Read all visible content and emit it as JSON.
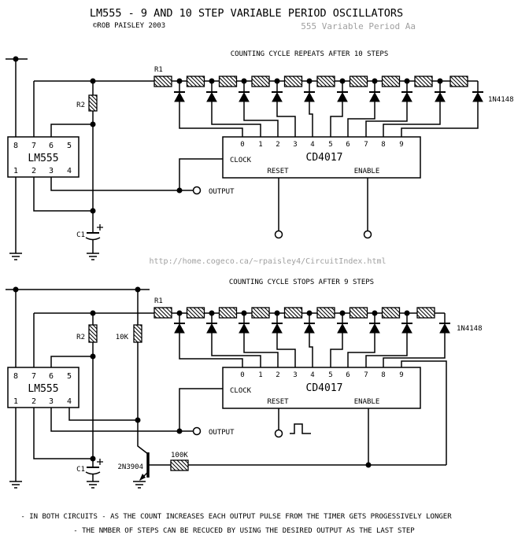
{
  "header": {
    "title": "LM555 - 9 AND 10 STEP VARIABLE PERIOD OSCILLATORS",
    "copyright": "©ROB PAISLEY 2003",
    "variant": "555 Variable Period Aa"
  },
  "watermark": {
    "url": "http://home.cogeco.ca/~rpaisley4/CircuitIndex.html"
  },
  "footnotes": {
    "line1": "- IN BOTH CIRCUITS - AS THE COUNT INCREASES EACH OUTPUT PULSE FROM THE TIMER GETS PROGESSIVELY LONGER",
    "line2": "- THE NMBER OF STEPS CAN BE RECUCED BY USING THE DESIRED OUTPUT AS THE LAST STEP"
  },
  "colors": {
    "ink": "#000000",
    "muted_text": "#a0a0a0",
    "background": "#ffffff"
  },
  "c1": {
    "caption": "COUNTING CYCLE REPEATS AFTER 10 STEPS",
    "timer": {
      "name": "LM555",
      "pins_top": [
        "8",
        "7",
        "6",
        "5"
      ],
      "pins_bottom": [
        "1",
        "2",
        "3",
        "4"
      ]
    },
    "counter": {
      "name": "CD4017",
      "clock": "CLOCK",
      "reset": "RESET",
      "enable": "ENABLE",
      "outputs": [
        "0",
        "1",
        "2",
        "3",
        "4",
        "5",
        "6",
        "7",
        "8",
        "9"
      ]
    },
    "parts": {
      "r1": "R1",
      "r2": "R2",
      "c1": "C1",
      "diode": "1N4148",
      "output": "OUTPUT"
    }
  },
  "c2": {
    "caption": "COUNTING CYCLE STOPS AFTER 9 STEPS",
    "timer": {
      "name": "LM555",
      "pins_top": [
        "8",
        "7",
        "6",
        "5"
      ],
      "pins_bottom": [
        "1",
        "2",
        "3",
        "4"
      ]
    },
    "counter": {
      "name": "CD4017",
      "clock": "CLOCK",
      "reset": "RESET",
      "enable": "ENABLE",
      "outputs": [
        "0",
        "1",
        "2",
        "3",
        "4",
        "5",
        "6",
        "7",
        "8",
        "9"
      ]
    },
    "parts": {
      "r1": "R1",
      "r2": "R2",
      "pullup": "10K",
      "base_resistor": "100K",
      "c1": "C1",
      "diode": "1N4148",
      "transistor": "2N3904",
      "output": "OUTPUT"
    }
  }
}
